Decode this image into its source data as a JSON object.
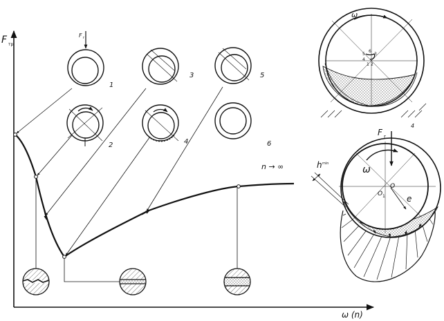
{
  "axes": {
    "y_label_main": "F",
    "y_label_sub": "тр",
    "x_label": "ω (n)"
  },
  "curve_note": "n → ∞",
  "regime_numbers": [
    "1",
    "2",
    "3",
    "4",
    "5",
    "6"
  ],
  "load_symbol": "F",
  "load_symbol_sub": "r",
  "top_right": {
    "omega": "ω",
    "positions": [
      "1",
      "2",
      "3",
      "4",
      "5",
      "6"
    ]
  },
  "bottom_right": {
    "fig_number": "4",
    "load_symbol": "F",
    "load_symbol_sub": "r",
    "omega": "ω",
    "film": "h",
    "film_sub": "min",
    "center_o1": "O",
    "center_o1_sub": "1",
    "center_o": "O",
    "eccentricity": "e"
  },
  "colors": {
    "ink": "#111111",
    "background": "#ffffff"
  }
}
